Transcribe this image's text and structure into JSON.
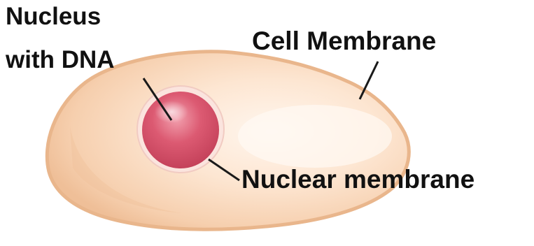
{
  "labels": {
    "nucleus_line1": "Nucleus",
    "nucleus_line2": "with DNA",
    "cell_membrane": "Cell Membrane",
    "nuclear_membrane": "Nuclear membrane"
  },
  "colors": {
    "cell_fill": "#f8d5b5",
    "cell_outline": "#eab890",
    "cell_highlight": "#fff4ea",
    "nucleus_fill": "#d44a63",
    "nucleus_edge": "#b53952",
    "nuclear_membrane_ring": "#fbe6e0",
    "leader_line": "#1a1a1a",
    "label_text": "#111111"
  }
}
